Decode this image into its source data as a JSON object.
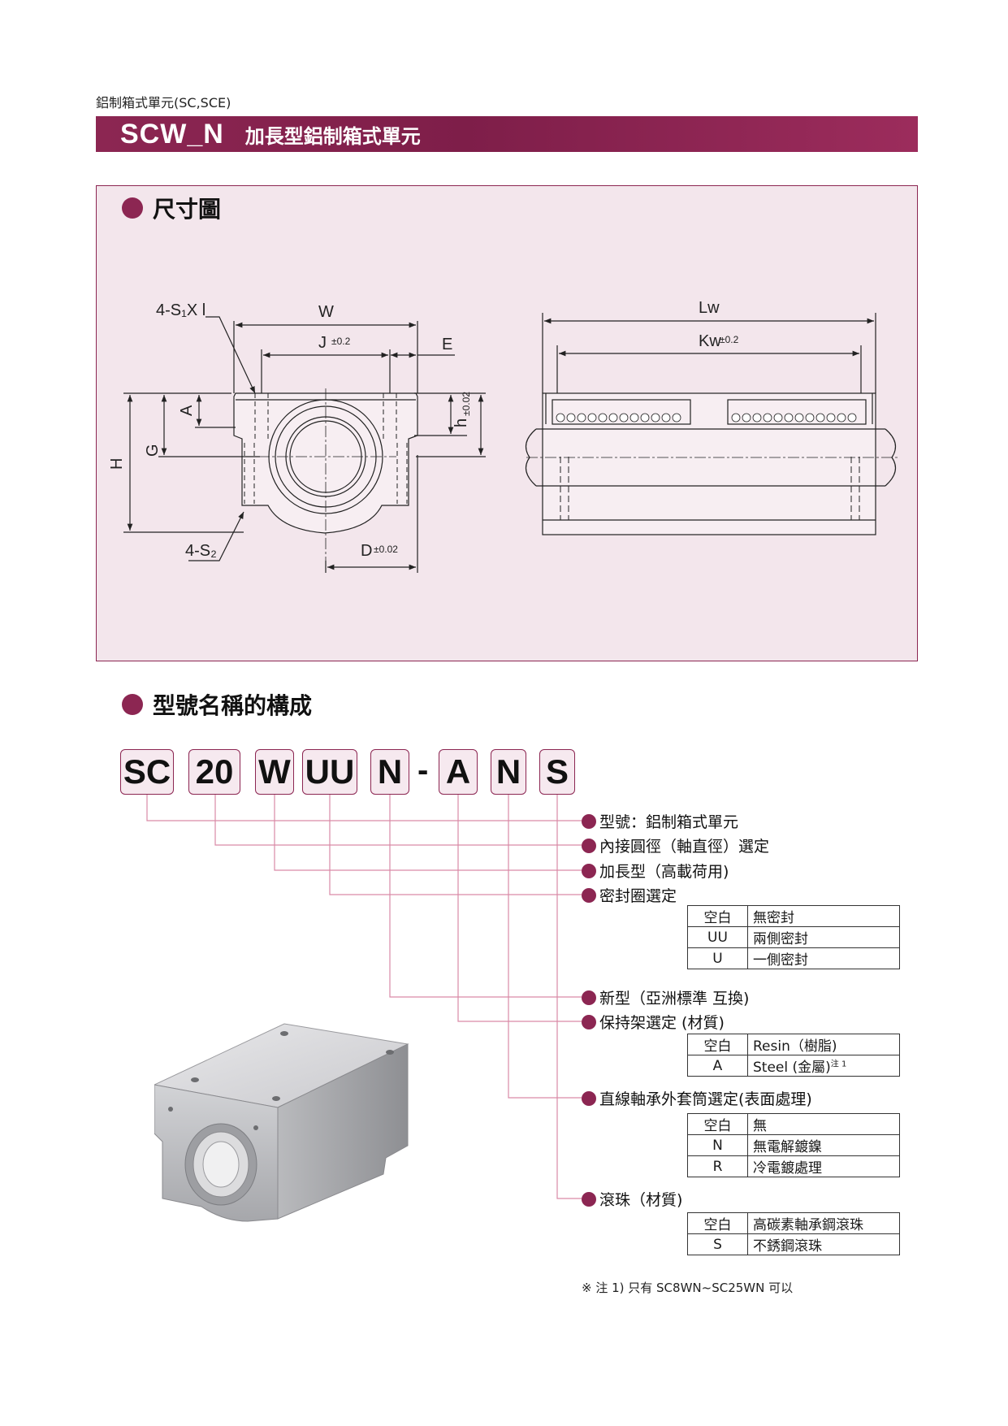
{
  "breadcrumb": "鋁制箱式單元(SC,SCE)",
  "header": {
    "code": "SCW_N",
    "name": "加長型鋁制箱式單元"
  },
  "dimension_section": {
    "title": "尺寸圖",
    "labels": {
      "W": "W",
      "J": "J",
      "J_tol": "±0.2",
      "E": "E",
      "A": "A",
      "h": "h",
      "h_tol": "±0.02",
      "H": "H",
      "G": "G",
      "S1": "4-S₁X l",
      "S2": "4-S₂",
      "D": "D",
      "D_tol": "±0.02",
      "Lw": "Lw",
      "Kw": "Kw",
      "Kw_tol": "±0.2"
    }
  },
  "model_section": {
    "title": "型號名稱的構成",
    "parts": [
      "SC",
      "20",
      "W",
      "UU",
      "N",
      "-",
      "A",
      "N",
      "S"
    ],
    "options": [
      {
        "label": "型號：鋁制箱式單元"
      },
      {
        "label": "內接圓徑（軸直徑）選定"
      },
      {
        "label": "加長型（高載荷用)"
      },
      {
        "label": "密封圈選定",
        "table": [
          [
            "空白",
            "無密封"
          ],
          [
            "UU",
            "兩側密封"
          ],
          [
            "U",
            "一側密封"
          ]
        ]
      },
      {
        "label": "新型（亞洲標準 互換)"
      },
      {
        "label": "保持架選定 (材質)",
        "table": [
          [
            "空白",
            "Resin（樹脂)"
          ],
          [
            "A",
            "Steel (金屬)"
          ]
        ],
        "note_mark": "注 1"
      },
      {
        "label": "直線軸承外套筒選定(表面處理)",
        "table": [
          [
            "空白",
            "無"
          ],
          [
            "N",
            "無電解鍍鎳"
          ],
          [
            "R",
            "冷電鍍處理"
          ]
        ]
      },
      {
        "label": "滾珠（材質)",
        "table": [
          [
            "空白",
            "高碳素軸承鋼滾珠"
          ],
          [
            "S",
            "不銹鋼滾珠"
          ]
        ]
      }
    ],
    "footnote": "※ 注 1) 只有 SC8WN~SC25WN 可以"
  },
  "colors": {
    "accent": "#8c2652",
    "panel": "#f3e6ec"
  }
}
